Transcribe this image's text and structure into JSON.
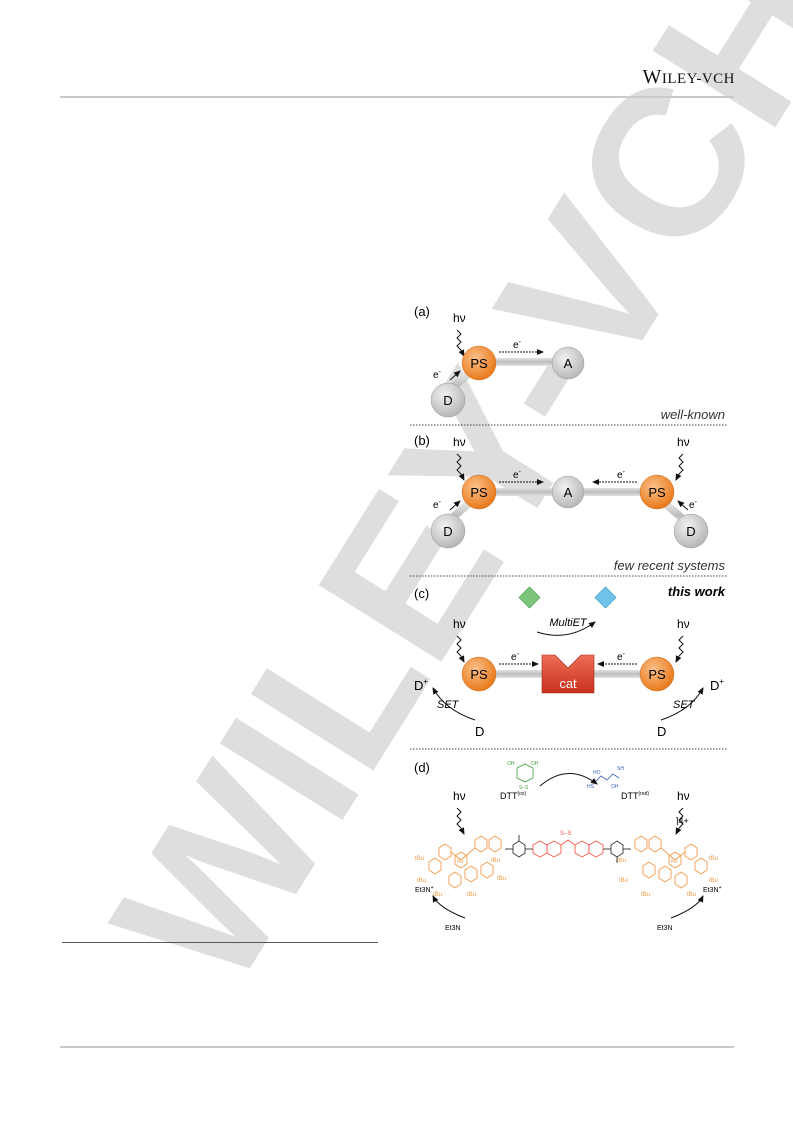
{
  "header": {
    "publisher_cap_w": "W",
    "publisher_rest_upper": "ILEY",
    "publisher_suffix": "-VCH"
  },
  "watermark": {
    "text": "WILEY-VCH",
    "color": "#d9d9d9"
  },
  "figure": {
    "panel_a": {
      "label": "(a)",
      "hv": "hν",
      "e_minus_1": "e",
      "e_minus_2": "e",
      "ps": "PS",
      "acceptor": "A",
      "donor": "D",
      "caption": "well-known"
    },
    "panel_b": {
      "label": "(b)",
      "hv_left": "hν",
      "hv_right": "hν",
      "e_left": "e",
      "e_right": "e",
      "e_donor_left": "e",
      "e_donor_right": "e",
      "ps_left": "PS",
      "acceptor": "A",
      "ps_right": "PS",
      "donor_left": "D",
      "donor_right": "D",
      "caption": "few recent systems"
    },
    "panel_c": {
      "label": "(c)",
      "caption": "this work",
      "multi_et": "MultiET",
      "hv_left": "hν",
      "hv_right": "hν",
      "e_left": "e",
      "e_right": "e",
      "ps_left": "PS",
      "cat": "cat",
      "ps_right": "PS",
      "d_plus_left": "D",
      "d_plus_right": "D",
      "plus": "+",
      "set_left": "SET",
      "set_right": "SET",
      "d_left": "D",
      "d_right": "D"
    },
    "panel_d": {
      "label": "(d)",
      "hv_left": "hν",
      "hv_right": "hν",
      "dtt_ox": "DTT",
      "dtt_ox_sup": "(ox)",
      "dtt_red": "DTT",
      "dtt_red_sup": "(red)",
      "charge": "4+",
      "et3n_left": "Et3N",
      "et3n_right": "Et3N",
      "et3n_plus_left": "Et3N",
      "et3n_plus_right": "Et3N",
      "tbu": "tBu",
      "oh": "OH",
      "sh": "SH",
      "ho": "HO",
      "hs": "HS",
      "ss": "S–S",
      "ru": "Ru"
    },
    "colors": {
      "ps_orange": "#f08a2c",
      "grey_node": "#d2d2d2",
      "cat_red": "#e2463a",
      "green_diamond": "#7cc47a",
      "blue_diamond": "#6ec3ea",
      "complex_orange": "#f39a4a",
      "core_red": "#ef5a4a",
      "dtt_green": "#3f9f3f",
      "dtt_blue": "#3a5dbd"
    }
  }
}
